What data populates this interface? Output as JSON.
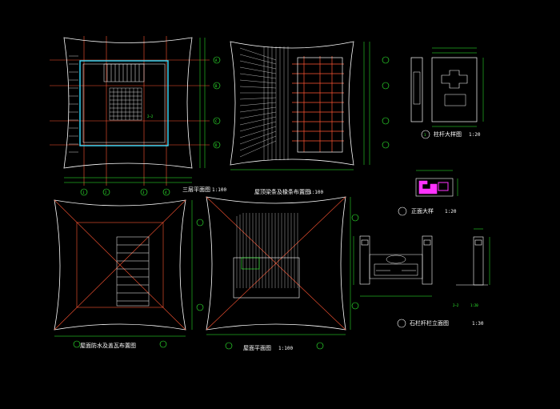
{
  "drawing": {
    "colors": {
      "background": "#000000",
      "line": "#ffffff",
      "dimension": "#33ff33",
      "grid_axis": "#ff5533",
      "hatch_magenta": "#ff33ff",
      "accent_cyan": "#33ddff",
      "text_yellow": "#ffff44"
    }
  },
  "views": {
    "plan3": {
      "title": "三层平面图",
      "scale": "1:100"
    },
    "roof_frame": {
      "title": "屋顶梁条及椽条布置图",
      "scale": "1:100"
    },
    "roof_waterproof": {
      "title": "屋面防水及盖瓦布置图",
      "scale": ""
    },
    "roof_plan": {
      "title": "屋面平面图",
      "scale": "1:100"
    },
    "column_detail": {
      "title": "柱杆大样图",
      "scale": "1:20"
    },
    "elevation": {
      "title": "正面大样",
      "scale": "1:20"
    },
    "railing": {
      "title": "石栏杆栏立面图",
      "scale": "1:30"
    }
  },
  "annotations": {
    "axis_numbers": [
      "1",
      "2",
      "3",
      "4"
    ],
    "axis_letters": [
      "A",
      "B",
      "C",
      "D"
    ],
    "section_mark": "2—2",
    "section_scale": "1:20",
    "detail_no": "1"
  }
}
